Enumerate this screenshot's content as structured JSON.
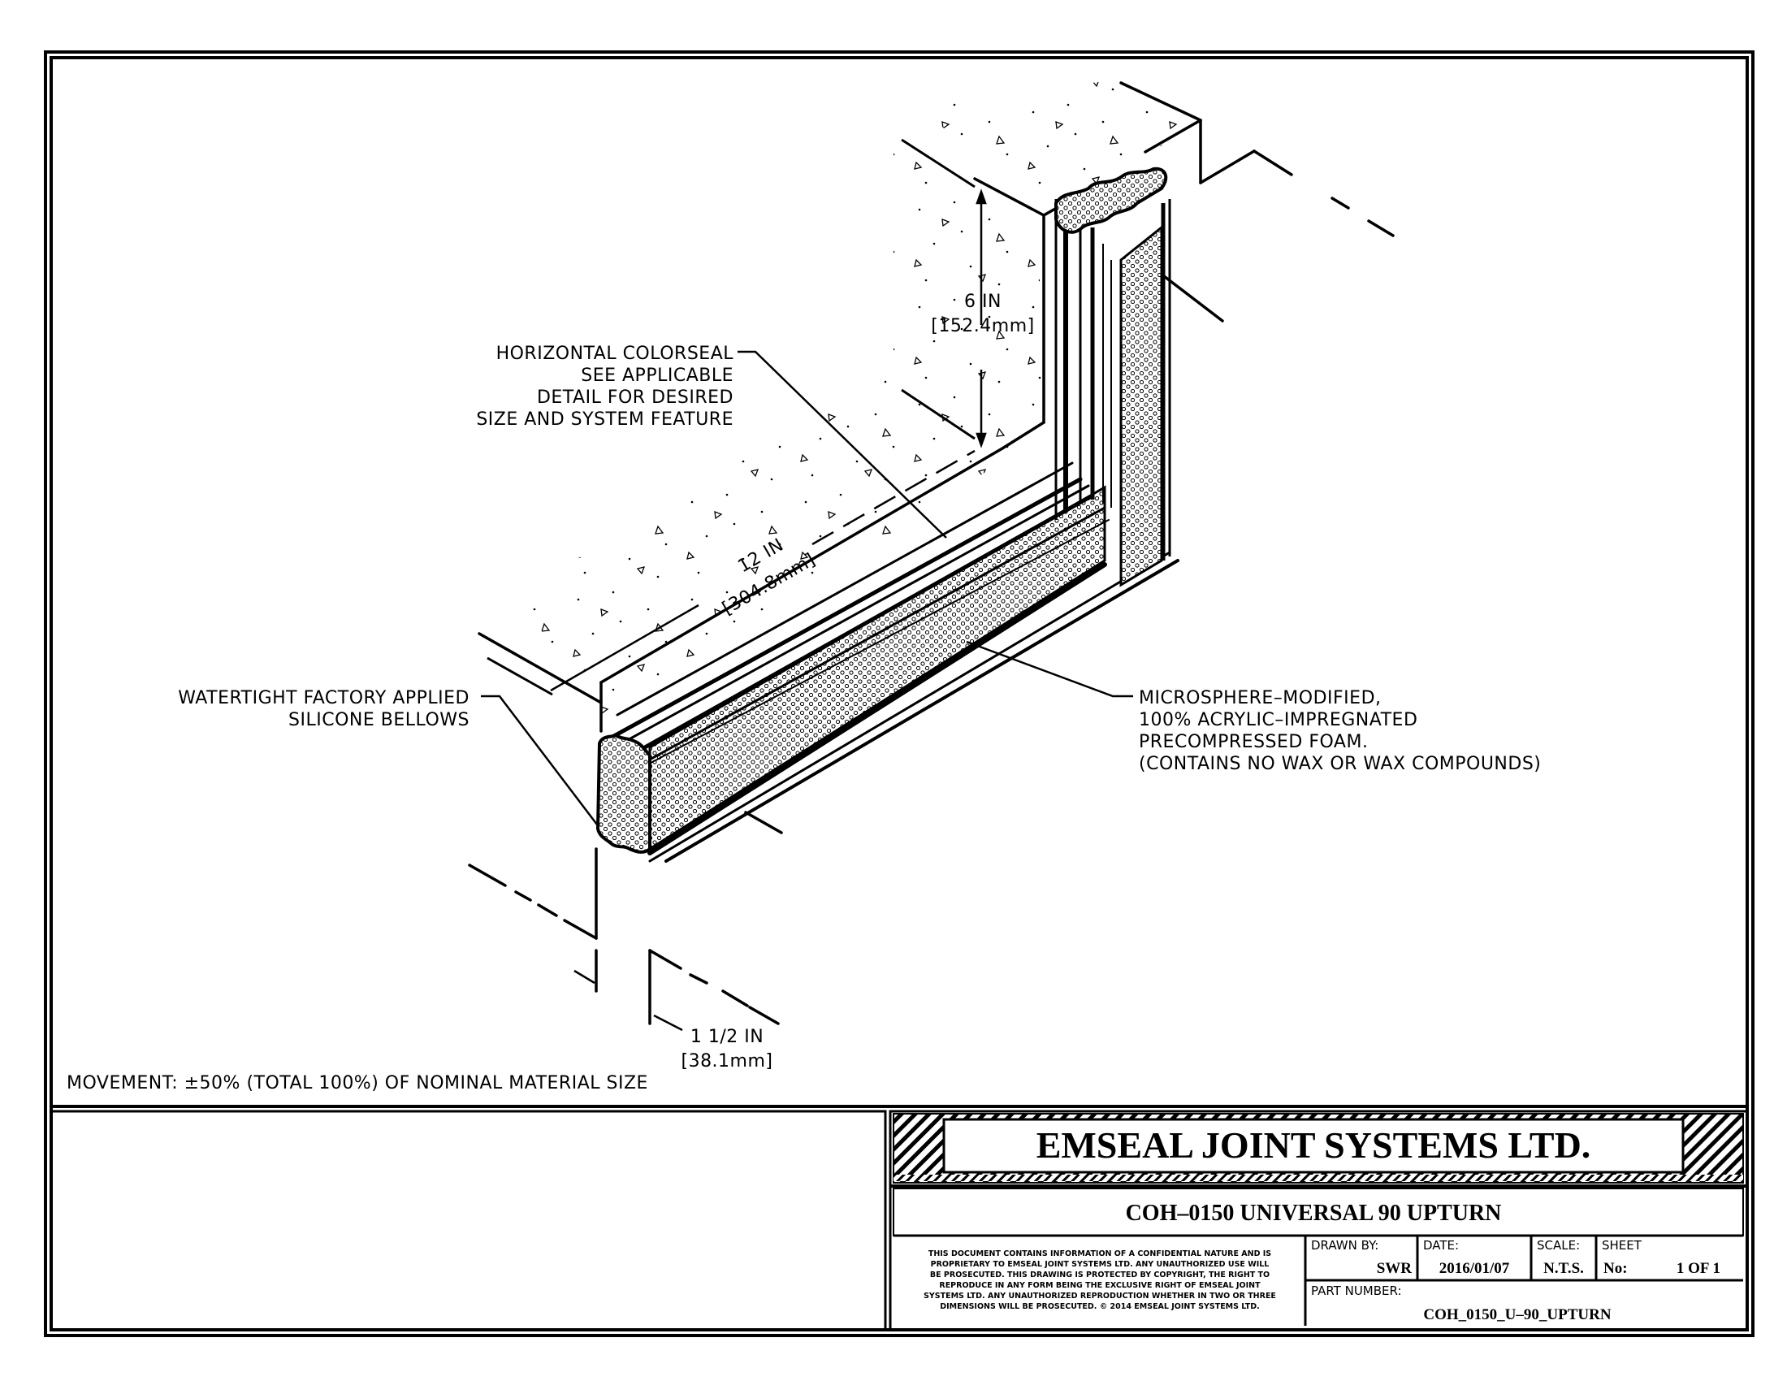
{
  "drawing": {
    "callouts": {
      "horizontal_colorseal": [
        "HORIZONTAL COLORSEAL",
        "SEE APPLICABLE",
        "DETAIL FOR DESIRED",
        "SIZE AND SYSTEM FEATURE"
      ],
      "bellows": [
        "WATERTIGHT FACTORY APPLIED",
        "SILICONE BELLOWS"
      ],
      "foam": [
        "MICROSPHERE–MODIFIED,",
        "100% ACRYLIC–IMPREGNATED",
        "PRECOMPRESSED FOAM.",
        "(CONTAINS NO WAX OR WAX COMPOUNDS)"
      ]
    },
    "dimensions": {
      "height": {
        "imperial": "6 IN",
        "metric": "[152.4mm]"
      },
      "length": {
        "imperial": "12 IN",
        "metric": "[304.8mm]"
      },
      "width": {
        "imperial": "1 1/2 IN",
        "metric": "[38.1mm]"
      }
    },
    "movement_note": "MOVEMENT: ±50% (TOTAL 100%) OF NOMINAL MATERIAL SIZE"
  },
  "title_block": {
    "company": "EMSEAL JOINT SYSTEMS LTD.",
    "title": "COH–0150 UNIVERSAL 90 UPTURN",
    "disclaimer": [
      "THIS DOCUMENT CONTAINS INFORMATION OF A CONFIDENTIAL NATURE AND IS",
      "PROPRIETARY TO EMSEAL JOINT SYSTEMS LTD. ANY UNAUTHORIZED USE WILL",
      "BE PROSECUTED. THIS DRAWING IS PROTECTED BY COPYRIGHT, THE RIGHT TO",
      "REPRODUCE IN ANY FORM BEING THE EXCLUSIVE RIGHT OF EMSEAL JOINT",
      "SYSTEMS LTD. ANY UNAUTHORIZED REPRODUCTION WHETHER IN TWO OR THREE",
      "DIMENSIONS WILL BE PROSECUTED. © 2014 EMSEAL JOINT SYSTEMS LTD."
    ],
    "drawn_by_label": "DRAWN BY:",
    "drawn_by": "SWR",
    "date_label": "DATE:",
    "date": "2016/01/07",
    "scale_label": "SCALE:",
    "scale": "N.T.S.",
    "sheet_label": "SHEET",
    "sheet_no_label": "No:",
    "sheet_no": "1 OF 1",
    "part_number_label": "PART NUMBER:",
    "part_number": "COH_0150_U–90_UPTURN"
  }
}
